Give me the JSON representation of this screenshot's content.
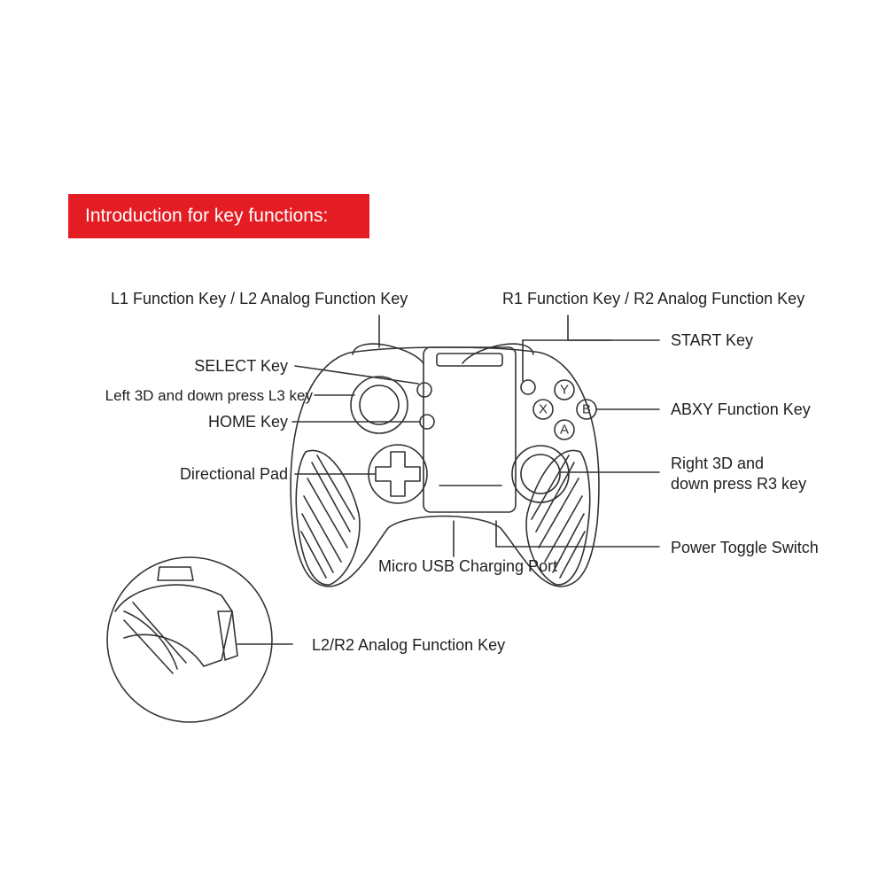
{
  "banner": {
    "title": "Introduction for key functions:"
  },
  "colors": {
    "banner_bg": "#e41d24",
    "banner_text": "#ffffff",
    "line": "#333333"
  },
  "labels": {
    "l1_l2": "L1 Function Key / L2 Analog Function Key",
    "r1_r2": "R1 Function Key / R2 Analog Function Key",
    "start": "START Key",
    "select": "SELECT Key",
    "left_3d": "Left 3D and down press L3 key",
    "home": "HOME Key",
    "abxy": "ABXY Function Key",
    "dpad": "Directional  Pad",
    "right_3d_line1": "Right 3D and",
    "right_3d_line2": "down press R3 key",
    "power": "Power Toggle Switch",
    "micro_usb": "Micro USB Charging Port",
    "l2r2_side": "L2/R2  Analog Function Key"
  },
  "face_buttons": {
    "y": "Y",
    "x": "X",
    "b": "B",
    "a": "A"
  }
}
